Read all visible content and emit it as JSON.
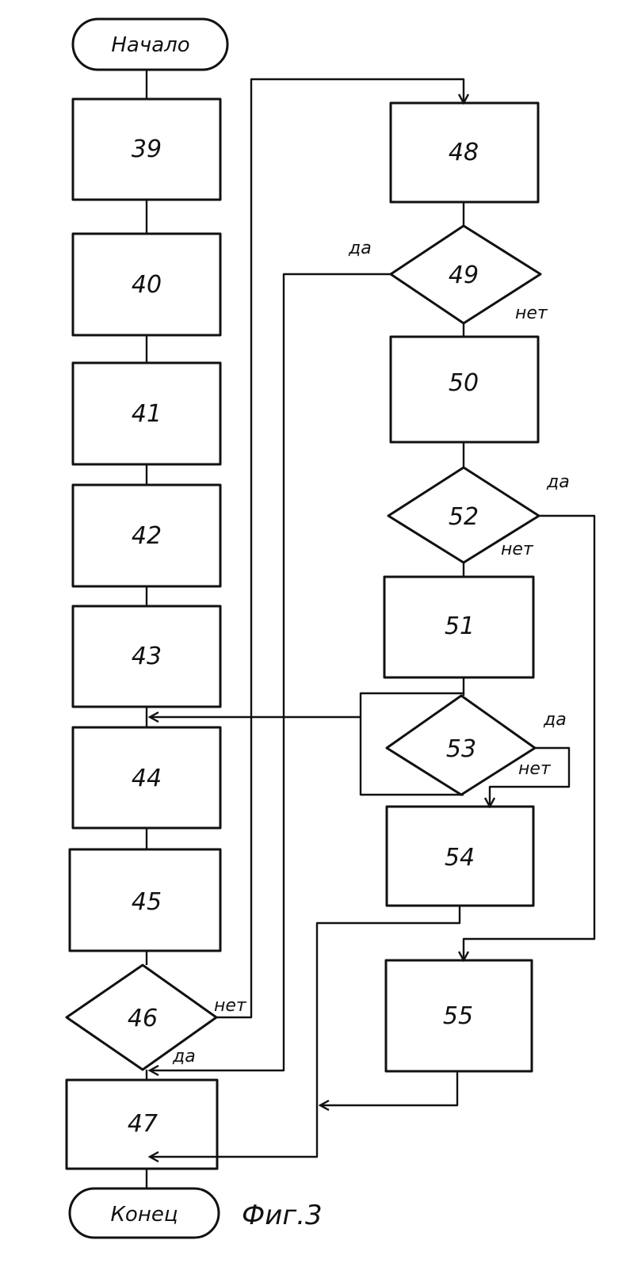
{
  "terminals": {
    "start": "Начало",
    "end": "Конец"
  },
  "blocks": {
    "b39": "39",
    "b40": "40",
    "b41": "41",
    "b42": "42",
    "b43": "43",
    "b44": "44",
    "b45": "45",
    "b47": "47",
    "b48": "48",
    "b50": "50",
    "b51": "51",
    "b54": "54",
    "b55": "55"
  },
  "decisions": {
    "d46": "46",
    "d49": "49",
    "d52": "52",
    "d53": "53"
  },
  "branches": {
    "yes": "да",
    "no": "нет"
  },
  "caption": "Фиг.3"
}
